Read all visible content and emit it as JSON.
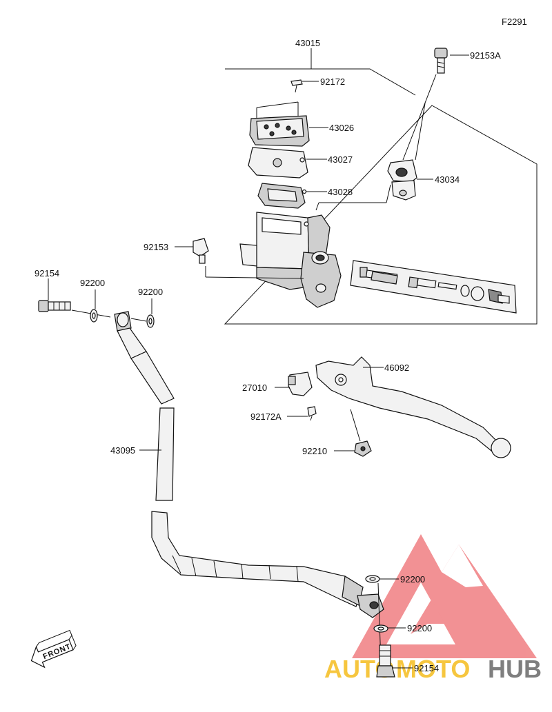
{
  "figure_code": "F2291",
  "labels": {
    "assembly": "43015",
    "screw_top": "92153A",
    "screw_cap": "92172",
    "cap": "43026",
    "plate": "43027",
    "diaphragm": "43028",
    "clamp": "43034",
    "screw_body": "92153",
    "bolt_left": "92154",
    "washer_left_1": "92200",
    "washer_left_2": "92200",
    "lever": "46092",
    "switch": "27010",
    "screw_switch": "92172A",
    "nut_lever": "92210",
    "hose": "43095",
    "washer_lower_1": "92200",
    "washer_lower_2": "92200",
    "bolt_lower": "92154"
  },
  "front_label": "FRONT",
  "watermark": {
    "auto": "AUTO",
    "moto": "MOTO",
    "hub": "HUB",
    "color_red": "#e8383d",
    "color_yellow": "#f4b400",
    "color_gray": "#555555"
  }
}
